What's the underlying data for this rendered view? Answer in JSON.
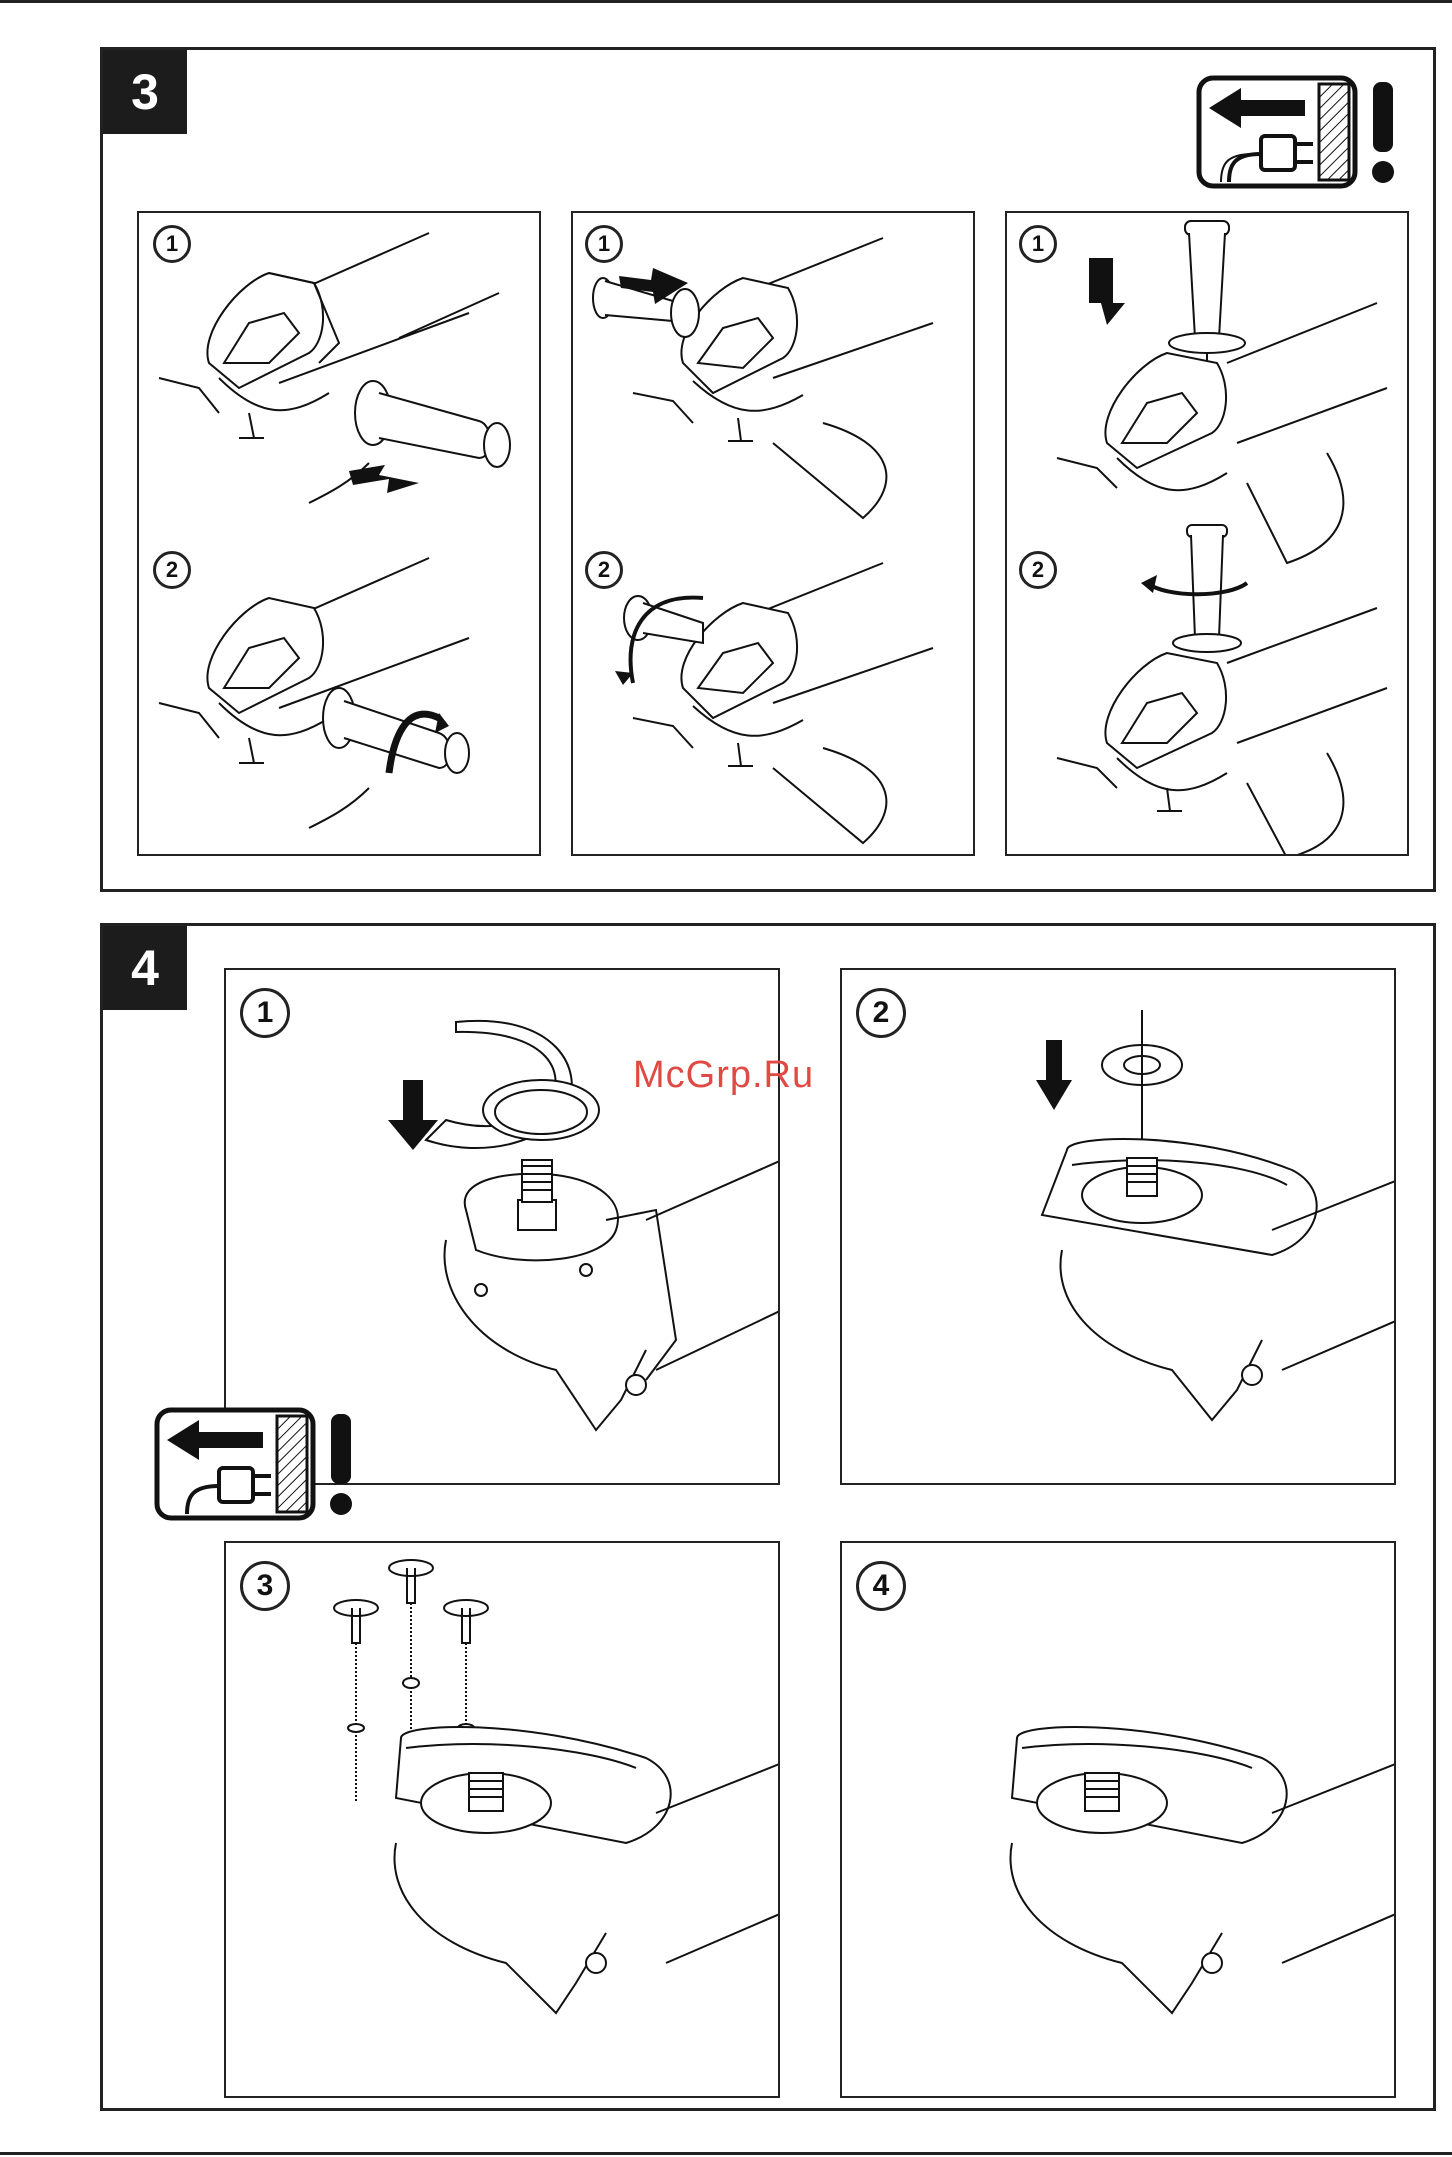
{
  "sections": [
    {
      "number": "3",
      "panels": [
        {
          "steps": [
            "1",
            "2"
          ]
        },
        {
          "steps": [
            "1",
            "2"
          ]
        },
        {
          "steps": [
            "1",
            "2"
          ]
        }
      ]
    },
    {
      "number": "4",
      "panels": [
        {
          "step": "1"
        },
        {
          "step": "2"
        },
        {
          "step": "3"
        },
        {
          "step": "4"
        }
      ]
    }
  ],
  "watermark": "McGrp.Ru",
  "icons": {
    "warning": "unplug-warning-icon",
    "arrow": "down-arrow-icon",
    "rotate": "rotate-arrow-icon"
  }
}
